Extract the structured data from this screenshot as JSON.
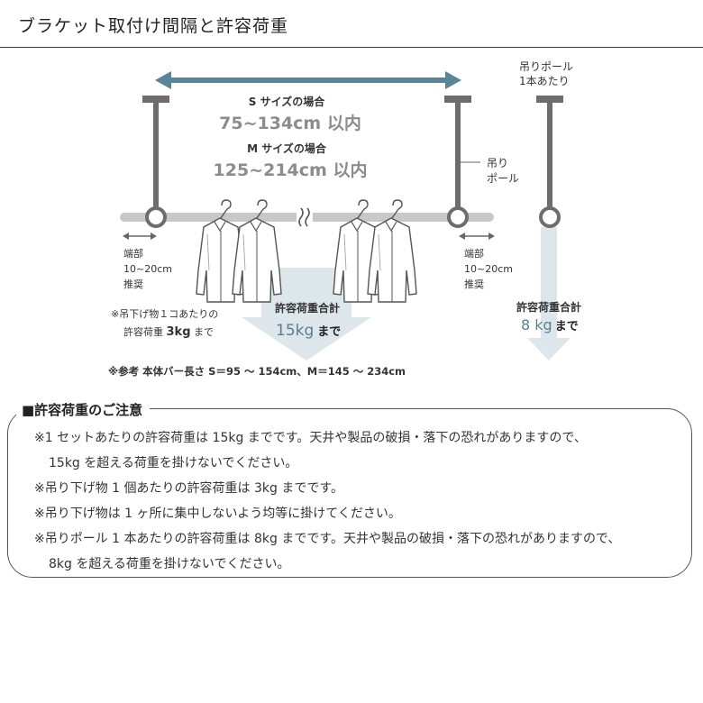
{
  "header": {
    "title": "ブラケット取付け間隔と許容荷重"
  },
  "diagram": {
    "s_size_label": "S サイズの場合",
    "s_size_range": "75~134cm 以内",
    "m_size_label": "M サイズの場合",
    "m_size_range": "125~214cm 以内",
    "hanging_pole_line1": "吊り",
    "hanging_pole_line2": "ポール",
    "single_pole_line1": "吊りポール",
    "single_pole_line2": "1本あたり",
    "end_left": [
      "端部",
      "10~20cm",
      "推奨"
    ],
    "end_right": [
      "端部",
      "10~20cm",
      "推奨"
    ],
    "per_item_line1": "※吊下げ物１コあたりの",
    "per_item_line2_prefix": "許容荷重 ",
    "per_item_line2_value": "3kg",
    "per_item_line2_suffix": " まで",
    "total_load_label": "許容荷重合計",
    "total_load_value": "15kg",
    "total_load_suffix": "まで",
    "pole_total_label": "許容荷重合計",
    "pole_total_value": "8 kg",
    "pole_total_suffix": "まで",
    "reference": "※参考 本体バー長さ S＝95 ～ 154cm、M＝145 ～ 234cm",
    "colors": {
      "arrow": "#5b8496",
      "bar": "#c8c8c8",
      "bracket": "#6d6d6d",
      "down_arrow": "#dde6ea",
      "accent_text": "#5b7f92"
    }
  },
  "notice": {
    "title": "■許容荷重のご注意",
    "lines": [
      "※1 セットあたりの許容荷重は 15kg までです。天井や製品の破損・落下の恐れがありますので、",
      "15kg を超える荷重を掛けないでください。",
      "※吊り下げ物 1 個あたりの許容荷重は 3kg までです。",
      "※吊り下げ物は 1 ヶ所に集中しないよう均等に掛けてください。",
      "※吊りポール 1 本あたりの許容荷重は 8kg までです。天井や製品の破損・落下の恐れがありますので、",
      "8kg を超える荷重を掛けないでください。"
    ]
  }
}
